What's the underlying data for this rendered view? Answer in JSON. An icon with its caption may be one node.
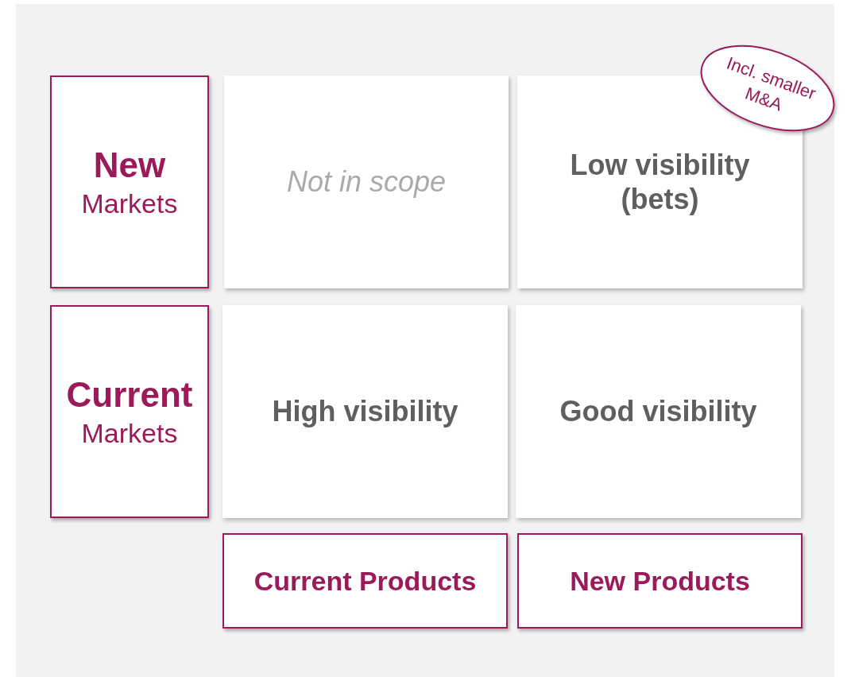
{
  "diagram": {
    "nodes": [
      {
        "text": [
          "New",
          "Markets"
        ]
      },
      {
        "text": [
          "Not in scope"
        ]
      },
      {
        "text": [
          "Low visibility (bets)"
        ]
      },
      {
        "text": [
          "Incl. smaller M&A"
        ]
      },
      {
        "text": [
          "Current",
          "Markets"
        ]
      },
      {
        "text": [
          "High visibility"
        ]
      },
      {
        "text": [
          "Good visibility"
        ]
      },
      {
        "text": [
          "Current Products"
        ]
      },
      {
        "text": [
          "New Products"
        ]
      }
    ]
  }
}
